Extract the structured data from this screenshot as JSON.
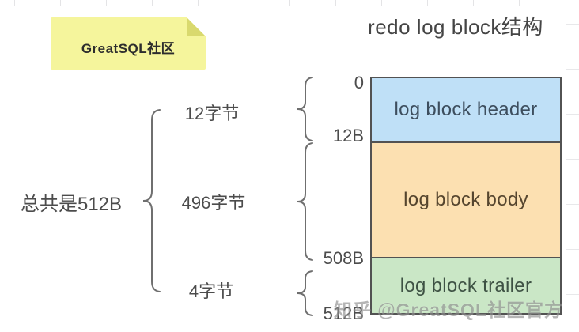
{
  "note": {
    "label": "GreatSQL社区"
  },
  "title": "redo log block结构",
  "total_label": "总共是512B",
  "blocks": [
    {
      "label": "log block header",
      "size_label": "12字节",
      "start_offset": "0",
      "end_offset": "12B",
      "fill": "#bfe0f7"
    },
    {
      "label": "log block body",
      "size_label": "496字节",
      "start_offset": "12B",
      "end_offset": "508B",
      "fill": "#fce0b1"
    },
    {
      "label": "log block trailer",
      "size_label": "4字节",
      "start_offset": "508B",
      "end_offset": "512B",
      "fill": "#cae7c6"
    }
  ],
  "offset_labels": [
    {
      "text": "0"
    },
    {
      "text": "12B"
    },
    {
      "text": "508B"
    },
    {
      "text": "512B"
    }
  ],
  "watermark": "知乎 @GreatSQL社区官方",
  "colors": {
    "note_yellow": "#f5f59c",
    "note_fold": "#d9d96e",
    "header_blue": "#bfe0f7",
    "body_orange": "#fce0b1",
    "trailer_green": "#cae7c6",
    "block_border": "#525252",
    "text_gray": "#4c4c4c",
    "brace_gray": "#6f6f6f"
  }
}
